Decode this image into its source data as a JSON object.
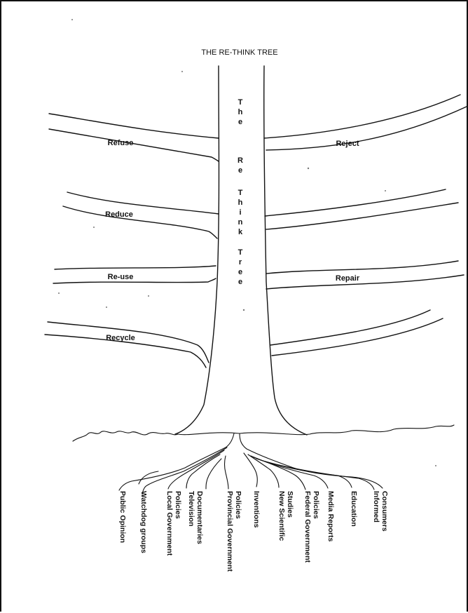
{
  "title": "THE RE-THINK TREE",
  "trunk_words": [
    "The",
    "Re",
    "Think",
    "Tree"
  ],
  "branches": {
    "left": [
      "Refuse",
      "Reduce",
      "Re-use",
      "Recycle"
    ],
    "right": [
      "Reject",
      "Repair"
    ]
  },
  "roots": [
    [
      "Public Opinion"
    ],
    [
      "Watchdog groups"
    ],
    [
      "Local Government",
      "Policies"
    ],
    [
      "Television",
      "Documentaries"
    ],
    [
      "Provincial Government",
      "Policies"
    ],
    [
      "Inventions"
    ],
    [
      "New Scientific",
      "Studies"
    ],
    [
      "Federal Government",
      "Policies"
    ],
    [
      "Media Reports"
    ],
    [
      "Education"
    ],
    [
      "Informed",
      "Consumers"
    ]
  ]
}
